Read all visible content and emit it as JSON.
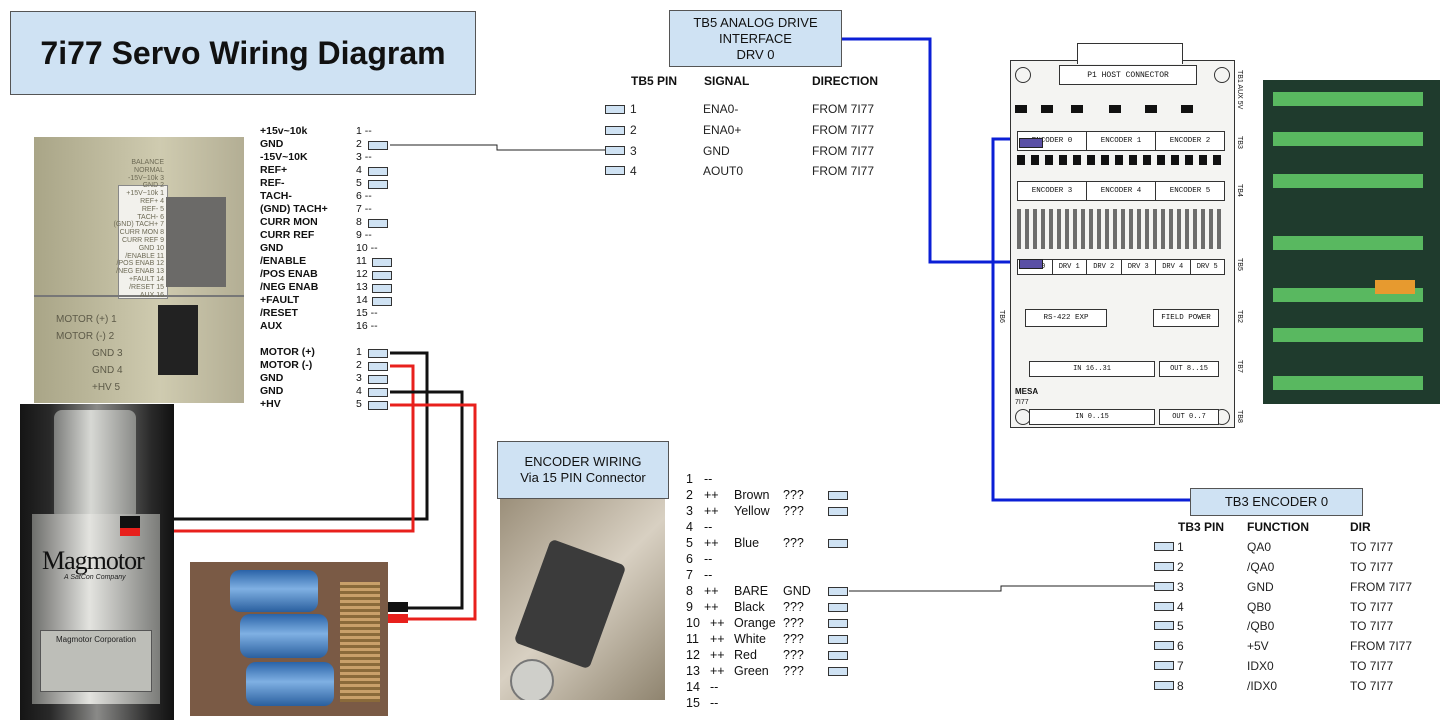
{
  "title": "7i77 Servo Wiring Diagram",
  "tb5_box": {
    "line1": "TB5 ANALOG DRIVE",
    "line2": "INTERFACE",
    "line3": "DRV 0"
  },
  "tb5_headers": {
    "pin": "TB5 PIN",
    "signal": "SIGNAL",
    "direction": "DIRECTION"
  },
  "tb5_rows": [
    {
      "pin": "1",
      "signal": "ENA0-",
      "direction": "FROM 7I77"
    },
    {
      "pin": "2",
      "signal": "ENA0+",
      "direction": "FROM 7I77"
    },
    {
      "pin": "3",
      "signal": "GND",
      "direction": "FROM 7I77"
    },
    {
      "pin": "4",
      "signal": "AOUT0",
      "direction": "FROM 7I77"
    }
  ],
  "drive_signals": [
    {
      "label": "+15v~10k",
      "pin": "1 --"
    },
    {
      "label": "GND",
      "pin": "2"
    },
    {
      "label": "-15V~10K",
      "pin": "3 --"
    },
    {
      "label": "REF+",
      "pin": "4"
    },
    {
      "label": "REF-",
      "pin": "5"
    },
    {
      "label": "TACH-",
      "pin": "6 --"
    },
    {
      "label": "(GND) TACH+",
      "pin": "7 --"
    },
    {
      "label": "CURR MON",
      "pin": "8"
    },
    {
      "label": "CURR REF",
      "pin": "9 --"
    },
    {
      "label": "GND",
      "pin": "10 --"
    },
    {
      "label": "/ENABLE",
      "pin": "11"
    },
    {
      "label": "/POS ENAB",
      "pin": "12"
    },
    {
      "label": "/NEG ENAB",
      "pin": "13"
    },
    {
      "label": "+FAULT",
      "pin": "14"
    },
    {
      "label": "/RESET",
      "pin": "15 --"
    },
    {
      "label": "AUX",
      "pin": "16 --"
    }
  ],
  "power_signals": [
    {
      "label": "MOTOR (+)",
      "pin": "1"
    },
    {
      "label": "MOTOR (-)",
      "pin": "2"
    },
    {
      "label": "GND",
      "pin": "3"
    },
    {
      "label": "GND",
      "pin": "4"
    },
    {
      "label": "+HV",
      "pin": "5"
    }
  ],
  "encoder_box": {
    "line1": "ENCODER WIRING",
    "line2": "Via 15 PIN Connector"
  },
  "encoder_rows": [
    {
      "pin": "1",
      "mark": "--",
      "color": "",
      "func": ""
    },
    {
      "pin": "2",
      "mark": "++",
      "color": "Brown",
      "func": "???"
    },
    {
      "pin": "3",
      "mark": "++",
      "color": "Yellow",
      "func": "???"
    },
    {
      "pin": "4",
      "mark": "--",
      "color": "",
      "func": ""
    },
    {
      "pin": "5",
      "mark": "++",
      "color": "Blue",
      "func": "???"
    },
    {
      "pin": "6",
      "mark": "--",
      "color": "",
      "func": ""
    },
    {
      "pin": "7",
      "mark": "--",
      "color": "",
      "func": ""
    },
    {
      "pin": "8",
      "mark": "++",
      "color": "BARE",
      "func": "GND"
    },
    {
      "pin": "9",
      "mark": "++",
      "color": "Black",
      "func": "???"
    },
    {
      "pin": "10",
      "mark": "++",
      "color": "Orange",
      "func": "???"
    },
    {
      "pin": "11",
      "mark": "++",
      "color": "White",
      "func": "???"
    },
    {
      "pin": "12",
      "mark": "++",
      "color": "Red",
      "func": "???"
    },
    {
      "pin": "13",
      "mark": "++",
      "color": "Green",
      "func": "???"
    },
    {
      "pin": "14",
      "mark": "--",
      "color": "",
      "func": ""
    },
    {
      "pin": "15",
      "mark": "--",
      "color": "",
      "func": ""
    }
  ],
  "tb3_box": {
    "label": "TB3 ENCODER 0"
  },
  "tb3_headers": {
    "pin": "TB3 PIN",
    "function": "FUNCTION",
    "dir": "DIR"
  },
  "tb3_rows": [
    {
      "pin": "1",
      "function": "QA0",
      "dir": "TO 7I77"
    },
    {
      "pin": "2",
      "function": "/QA0",
      "dir": "TO 7I77"
    },
    {
      "pin": "3",
      "function": "GND",
      "dir": "FROM 7I77"
    },
    {
      "pin": "4",
      "function": "QB0",
      "dir": "TO 7I77"
    },
    {
      "pin": "5",
      "function": "/QB0",
      "dir": "TO 7I77"
    },
    {
      "pin": "6",
      "function": "+5V",
      "dir": "FROM 7I77"
    },
    {
      "pin": "7",
      "function": "IDX0",
      "dir": "TO 7I77"
    },
    {
      "pin": "8",
      "function": "/IDX0",
      "dir": "TO 7I77"
    }
  ],
  "board": {
    "p1": "P1 HOST CONNECTOR",
    "enc_row1": [
      "ENCODER 0",
      "ENCODER 1",
      "ENCODER 2"
    ],
    "enc_row2": [
      "ENCODER 3",
      "ENCODER 4",
      "ENCODER 5"
    ],
    "drv": [
      "DRV 0",
      "DRV 1",
      "DRV 2",
      "DRV 3",
      "DRV 4",
      "DRV 5"
    ],
    "rs422": "RS-422 EXP",
    "field": "FIELD POWER",
    "in16": "IN 16..31",
    "out8": "OUT 8..15",
    "in0": "IN 0..15",
    "out0": "OUT 0..7",
    "tb_labels": [
      "TB1 AUX 5V",
      "TB3",
      "TB4",
      "TB5",
      "TB2",
      "TB7",
      "TB8",
      "TB6"
    ],
    "esp": "MESA",
    "model": "7I77"
  },
  "photos": {
    "drive_labels": [
      "BALANCE",
      "NORMAL",
      "-15V~10k 3",
      "GND 2",
      "+15V~10k 1",
      "REF+ 4",
      "REF- 5",
      "TACH- 6",
      "(GND) TACH+ 7",
      "CURR MON 8",
      "CURR REF 9",
      "GND 10",
      "/ENABLE 11",
      "/POS ENAB 12",
      "/NEG ENAB 13",
      "+FAULT 14",
      "/RESET 15",
      "AUX 16"
    ],
    "drive_power_labels": [
      "MOTOR (+) 1",
      "MOTOR (-) 2",
      "GND 3",
      "GND 4",
      "+HV 5"
    ],
    "motor_brand": "Magmotor",
    "motor_sub": "A SatCon Company",
    "motor_plate": "Magmotor Corporation"
  },
  "colors": {
    "box": "#cfe2f3",
    "wire_blue": "#0b1fd6",
    "wire_red": "#e8201c",
    "wire_black": "#111111",
    "board_bg": "#f4f4f2"
  }
}
